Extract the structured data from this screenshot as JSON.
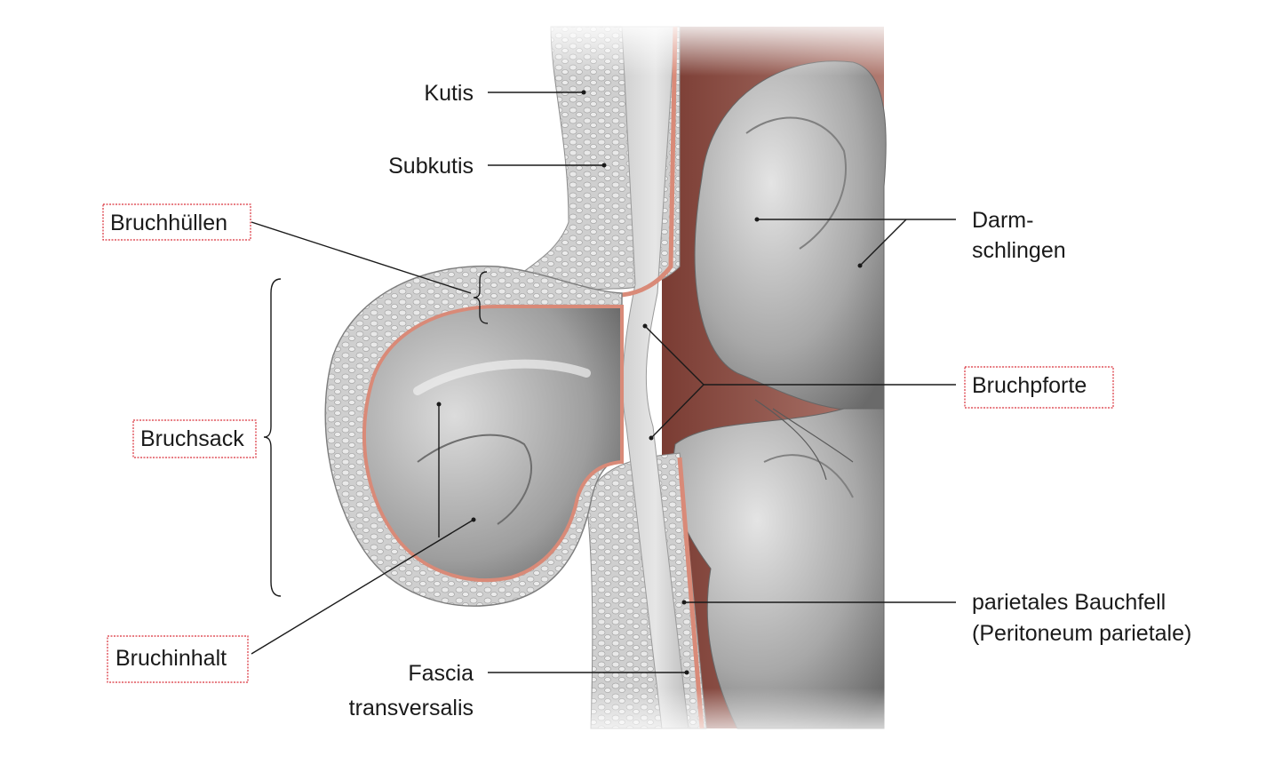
{
  "labels": {
    "kutis": "Kutis",
    "subkutis": "Subkutis",
    "bruchhuellen": "Bruchhüllen",
    "bruchsack": "Bruchsack",
    "bruchinhalt": "Bruchinhalt",
    "fascia_line1": "Fascia",
    "fascia_line2": "transversalis",
    "darm_line1": "Darm-",
    "darm_line2": "schlingen",
    "bruchpforte": "Bruchpforte",
    "bauchfell_line1": "parietales Bauchfell",
    "bauchfell_line2": "(Peritoneum parietale)"
  },
  "highlighted_terms": [
    "Bruchhüllen",
    "Bruchsack",
    "Bruchinhalt",
    "Bruchpforte"
  ],
  "colors": {
    "highlight_box": "#d9303a",
    "peritoneum": "#d98a78",
    "abdominal_cavity": "#8a4a40",
    "tissue_gray": "#c8c8c8",
    "bowel_gray": "#a9a9a9"
  }
}
